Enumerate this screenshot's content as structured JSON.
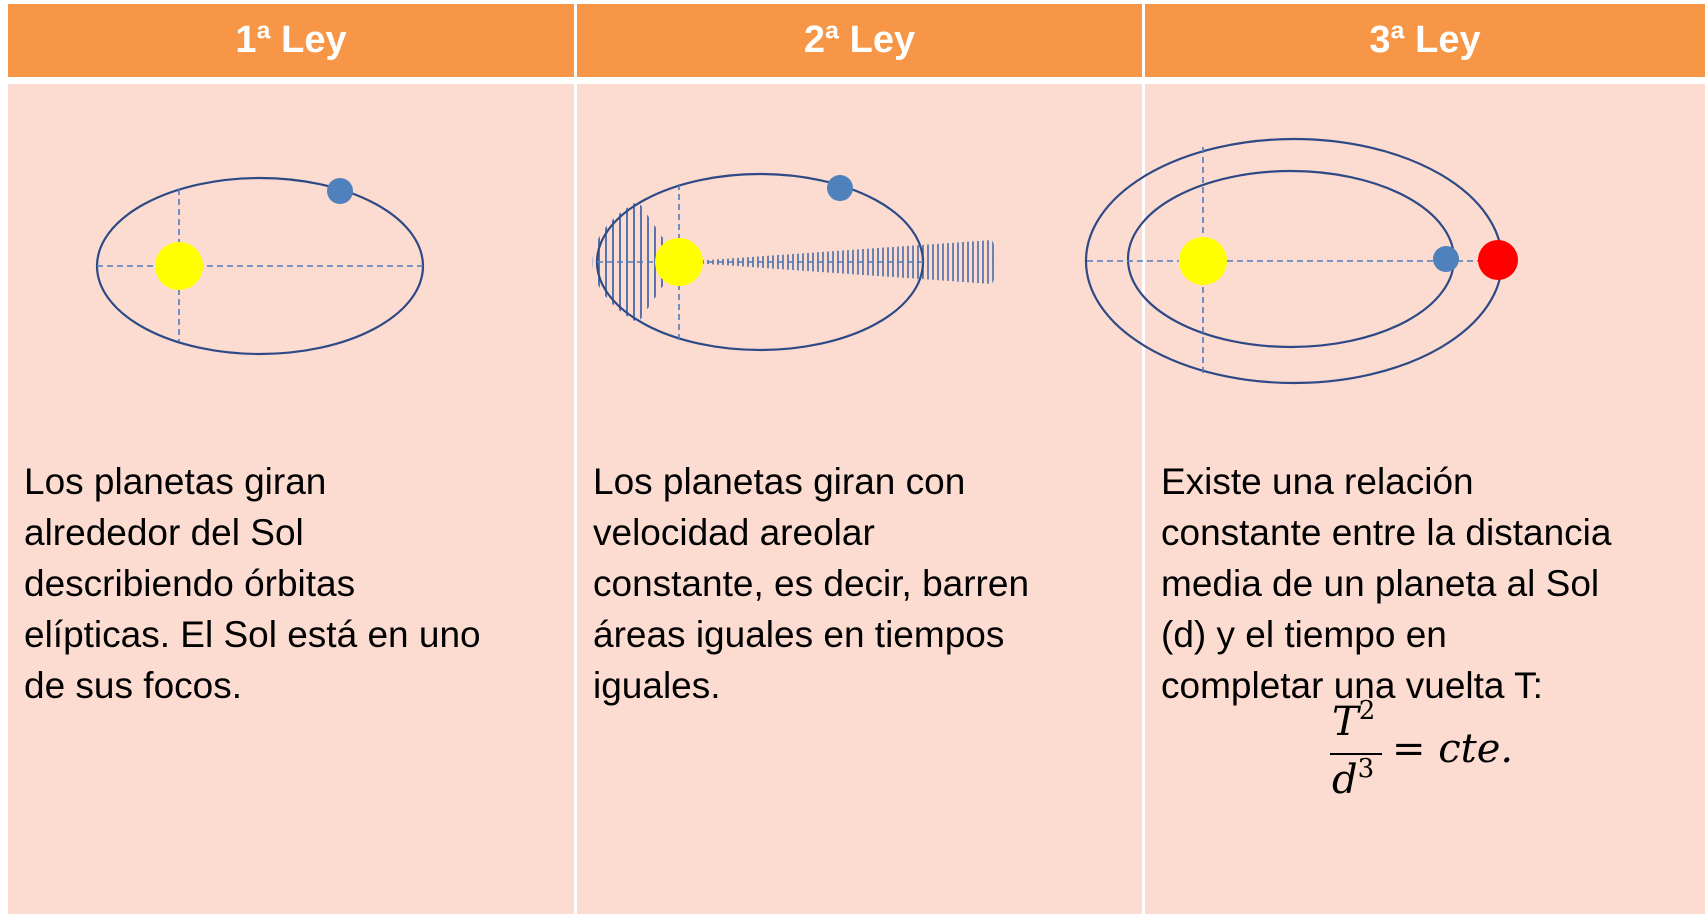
{
  "columns": [
    {
      "header": "1ª Ley",
      "description_lines": [
        "Los planetas giran",
        "alrededor del Sol",
        "describiendo órbitas",
        "elípticas. El Sol está en uno",
        "de sus focos."
      ]
    },
    {
      "header": "2ª Ley",
      "description_lines": [
        "Los planetas giran con",
        "velocidad areolar",
        "constante, es decir, barren",
        "áreas iguales en tiempos",
        "iguales."
      ]
    },
    {
      "header": "3ª Ley",
      "description_lines": [
        "Existe una relación",
        "constante entre la distancia",
        "media de un planeta al Sol",
        "(d) y el tiempo en",
        "completar una vuelta T:"
      ],
      "formula": {
        "numerator": "T",
        "numerator_exp": "2",
        "denominator": "d",
        "denominator_exp": "3",
        "rest": "= cte."
      }
    }
  ],
  "colors": {
    "header_bg": "#f79646",
    "cell_bg": "#fcdcd1",
    "orbit": "#2e4a86",
    "axis_dash": "#4f7cc0",
    "sun": "#ffff00",
    "planet_blue": "#4f81bd",
    "planet_red": "#ff0000",
    "hatch": "#2e5aa0"
  }
}
